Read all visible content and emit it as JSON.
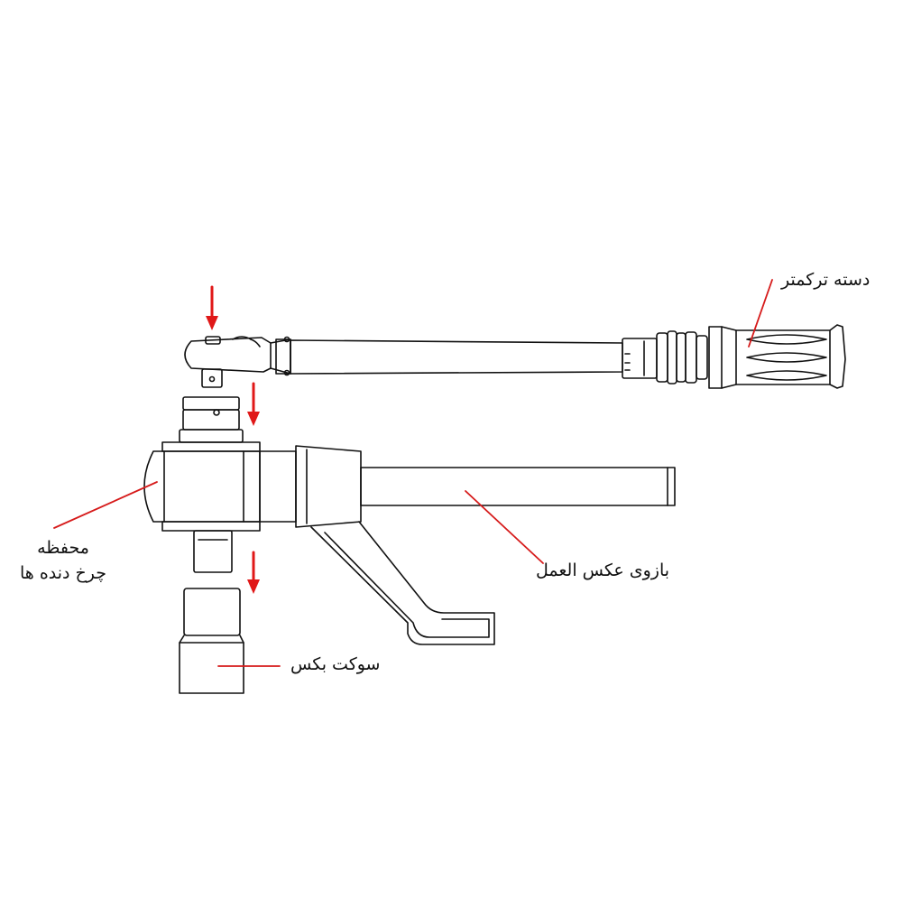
{
  "colors": {
    "outline": "#111111",
    "arrow": "#e01818",
    "leader": "#d61a1a",
    "background": "#ffffff"
  },
  "labels": {
    "torque_handle": "دسته ترکمتر",
    "reaction_arm": "بازوی عکس العمل",
    "gear_housing_line1": "محفظه",
    "gear_housing_line2": "چرخ دنده ها",
    "impact_socket": "سوکت بکس"
  }
}
